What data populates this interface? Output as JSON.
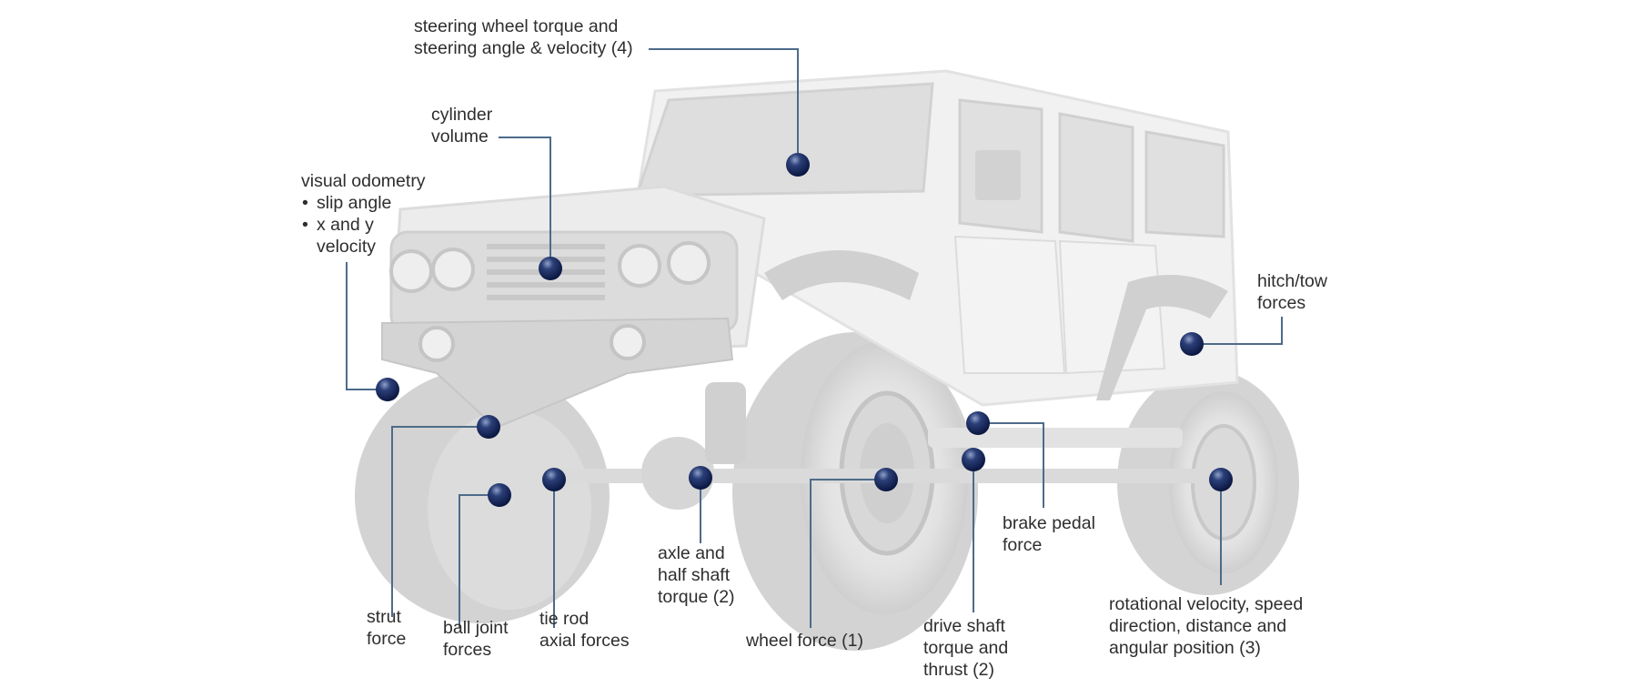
{
  "title": "Vehicle sensor measurement points",
  "colors": {
    "leader_line": "#4d6b8a",
    "marker_dark": "#0f1f4a",
    "marker_mid": "#2b3f78",
    "marker_highlight": "#8fa0c8",
    "vehicle_body": "#efefef",
    "vehicle_shade": "#d6d6d6",
    "tire": "#d2d2d2"
  },
  "labels": {
    "steering": [
      "steering wheel torque and",
      "steering angle & velocity (4)"
    ],
    "cylinder": [
      "cylinder",
      "volume"
    ],
    "odometry": {
      "heading": "visual odometry",
      "bullets": [
        "slip angle",
        "x and y"
      ],
      "continuation": "velocity"
    },
    "hitch": [
      "hitch/tow",
      "forces"
    ],
    "brake": [
      "brake pedal",
      "force"
    ],
    "axle": [
      "axle and",
      "half shaft",
      "torque (2)"
    ],
    "strut": [
      "strut",
      "force"
    ],
    "ball_joint": [
      "ball joint",
      "forces"
    ],
    "tie_rod": [
      "tie rod",
      "axial forces"
    ],
    "wheel_force": [
      "wheel force (1)"
    ],
    "drive_shaft": [
      "drive shaft",
      "torque and",
      "thrust (2)"
    ],
    "rotational": [
      "rotational velocity, speed",
      "direction, distance and",
      "angular position (3)"
    ]
  },
  "markers": [
    {
      "id": "steering",
      "icon": "sensor-sphere-icon"
    },
    {
      "id": "cylinder",
      "icon": "sensor-sphere-icon"
    },
    {
      "id": "odometry",
      "icon": "sensor-sphere-icon"
    },
    {
      "id": "hitch",
      "icon": "sensor-sphere-icon"
    },
    {
      "id": "strut",
      "icon": "sensor-sphere-icon"
    },
    {
      "id": "ball_joint",
      "icon": "sensor-sphere-icon"
    },
    {
      "id": "tie_rod",
      "icon": "sensor-sphere-icon"
    },
    {
      "id": "axle",
      "icon": "sensor-sphere-icon"
    },
    {
      "id": "wheel_force",
      "icon": "sensor-sphere-icon"
    },
    {
      "id": "brake",
      "icon": "sensor-sphere-icon"
    },
    {
      "id": "drive_shaft",
      "icon": "sensor-sphere-icon"
    },
    {
      "id": "rotational",
      "icon": "sensor-sphere-icon"
    }
  ]
}
